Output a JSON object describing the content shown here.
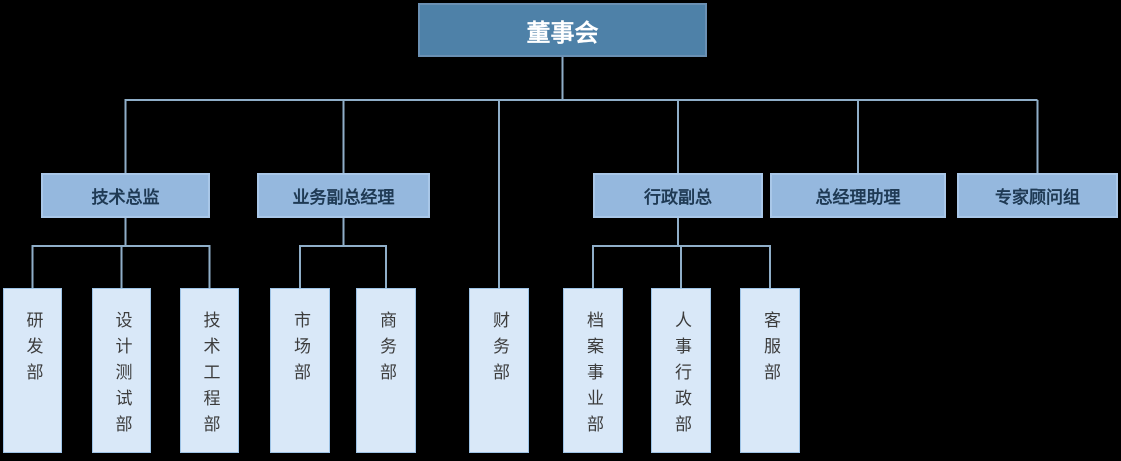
{
  "colors": {
    "background": "#000000",
    "level1_fill": "#4E81A8",
    "level1_border": "#6A90B3",
    "level1_text": "#FFFFFF",
    "level2_fill": "#95B8DE",
    "level2_border": "#A9C7E8",
    "level2_text": "#1F3A54",
    "level3_fill": "#D9E8F8",
    "level3_border": "#9DC3E6",
    "level3_text": "#3C3C3C",
    "connector": "#8FAEC8"
  },
  "org": {
    "root": {
      "label": "董事会"
    },
    "level2": [
      {
        "label": "技术总监",
        "parent": "董事会"
      },
      {
        "label": "业务副总经理",
        "parent": "董事会"
      },
      {
        "label": "行政副总",
        "parent": "董事会"
      },
      {
        "label": "总经理助理",
        "parent": "董事会"
      },
      {
        "label": "专家顾问组",
        "parent": "董事会"
      }
    ],
    "level3": [
      {
        "label": "研发部",
        "parent": "技术总监"
      },
      {
        "label": "设计测试部",
        "parent": "技术总监"
      },
      {
        "label": "技术工程部",
        "parent": "技术总监"
      },
      {
        "label": "市场部",
        "parent": "业务副总经理"
      },
      {
        "label": "商务部",
        "parent": "业务副总经理"
      },
      {
        "label": "财务部",
        "parent": "董事会"
      },
      {
        "label": "档案事业部",
        "parent": "行政副总"
      },
      {
        "label": "人事行政部",
        "parent": "行政副总"
      },
      {
        "label": "客服部",
        "parent": "行政副总"
      }
    ]
  }
}
